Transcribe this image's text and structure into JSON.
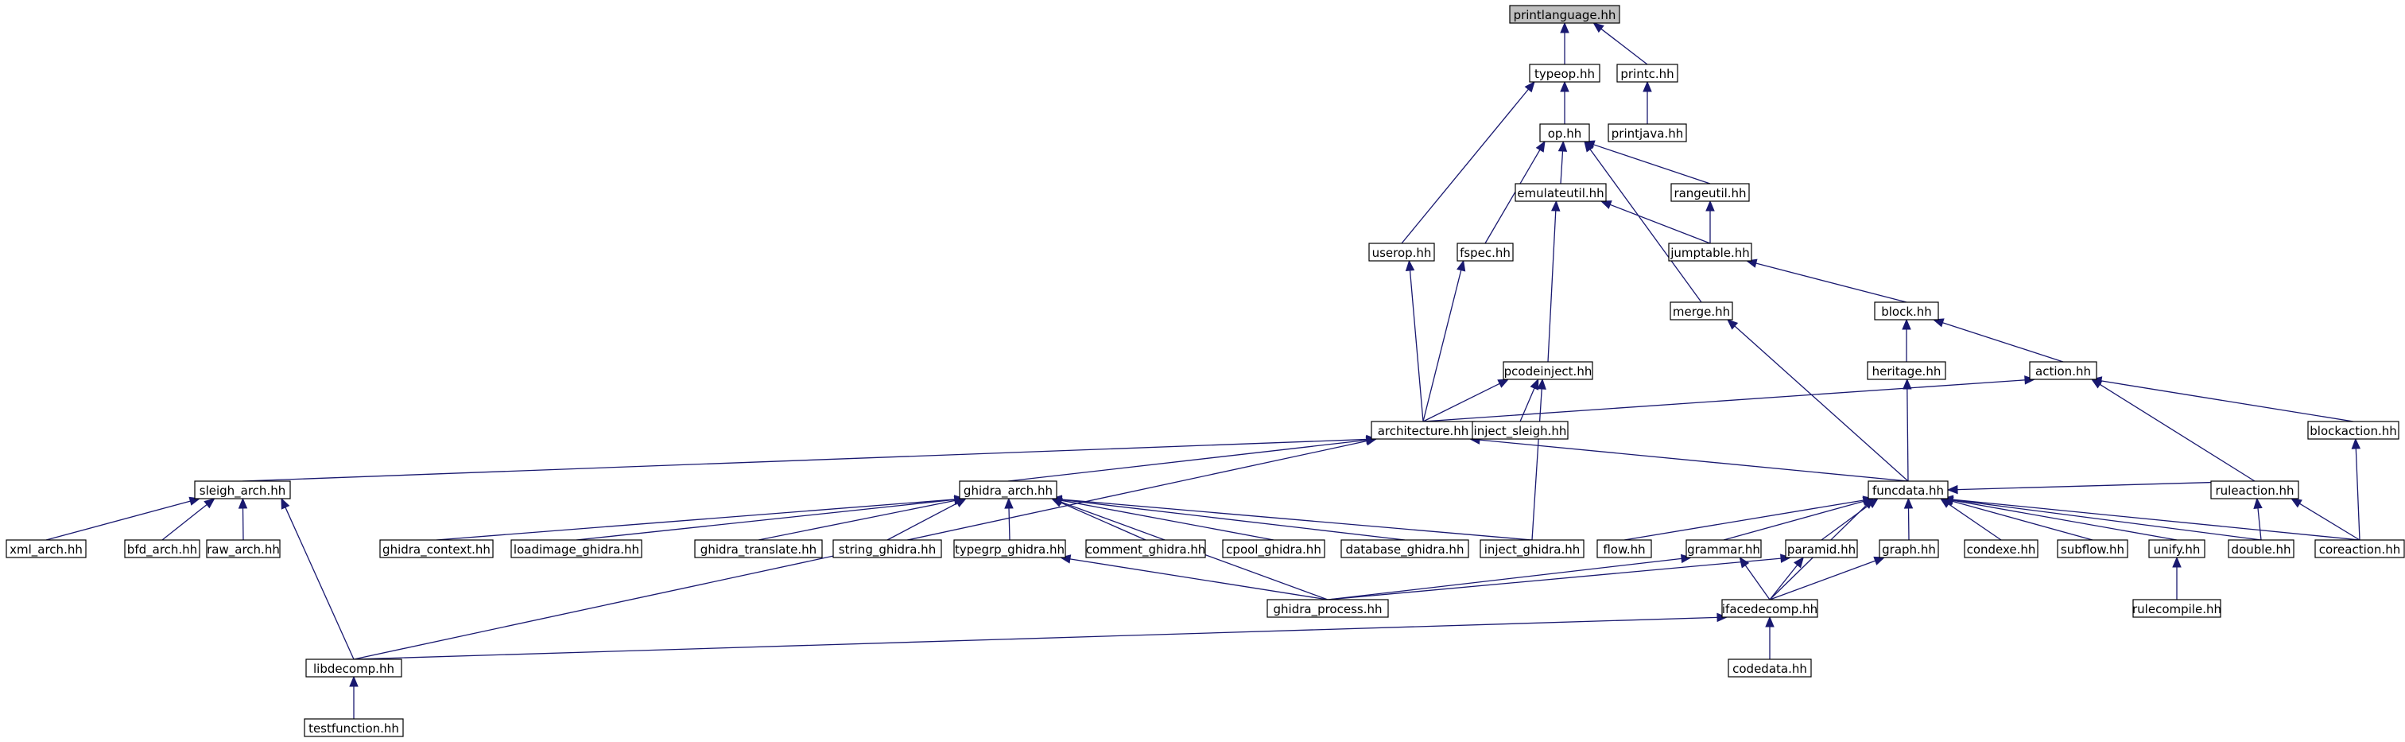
{
  "graph": {
    "root": "printlanguage.hh",
    "colors": {
      "edge": "#191970",
      "node_border": "#000000",
      "node_fill": "#ffffff",
      "root_fill": "#bfbfbf"
    },
    "nodes": [
      {
        "id": "printlanguage",
        "label": "printlanguage.hh",
        "root": true
      },
      {
        "id": "typeop",
        "label": "typeop.hh"
      },
      {
        "id": "printc",
        "label": "printc.hh"
      },
      {
        "id": "op",
        "label": "op.hh"
      },
      {
        "id": "printjava",
        "label": "printjava.hh"
      },
      {
        "id": "emulateutil",
        "label": "emulateutil.hh"
      },
      {
        "id": "rangeutil",
        "label": "rangeutil.hh"
      },
      {
        "id": "userop",
        "label": "userop.hh"
      },
      {
        "id": "fspec",
        "label": "fspec.hh"
      },
      {
        "id": "jumptable",
        "label": "jumptable.hh"
      },
      {
        "id": "merge",
        "label": "merge.hh"
      },
      {
        "id": "block",
        "label": "block.hh"
      },
      {
        "id": "pcodeinject",
        "label": "pcodeinject.hh"
      },
      {
        "id": "heritage",
        "label": "heritage.hh"
      },
      {
        "id": "action",
        "label": "action.hh"
      },
      {
        "id": "architecture",
        "label": "architecture.hh"
      },
      {
        "id": "inject_sleigh",
        "label": "inject_sleigh.hh"
      },
      {
        "id": "blockaction",
        "label": "blockaction.hh"
      },
      {
        "id": "sleigh_arch",
        "label": "sleigh_arch.hh"
      },
      {
        "id": "ghidra_arch",
        "label": "ghidra_arch.hh"
      },
      {
        "id": "funcdata",
        "label": "funcdata.hh"
      },
      {
        "id": "ruleaction",
        "label": "ruleaction.hh"
      },
      {
        "id": "xml_arch",
        "label": "xml_arch.hh"
      },
      {
        "id": "bfd_arch",
        "label": "bfd_arch.hh"
      },
      {
        "id": "raw_arch",
        "label": "raw_arch.hh"
      },
      {
        "id": "ghidra_context",
        "label": "ghidra_context.hh"
      },
      {
        "id": "loadimage_ghidra",
        "label": "loadimage_ghidra.hh"
      },
      {
        "id": "ghidra_translate",
        "label": "ghidra_translate.hh"
      },
      {
        "id": "string_ghidra",
        "label": "string_ghidra.hh"
      },
      {
        "id": "typegrp_ghidra",
        "label": "typegrp_ghidra.hh"
      },
      {
        "id": "comment_ghidra",
        "label": "comment_ghidra.hh"
      },
      {
        "id": "cpool_ghidra",
        "label": "cpool_ghidra.hh"
      },
      {
        "id": "database_ghidra",
        "label": "database_ghidra.hh"
      },
      {
        "id": "inject_ghidra",
        "label": "inject_ghidra.hh"
      },
      {
        "id": "flow",
        "label": "flow.hh"
      },
      {
        "id": "grammar",
        "label": "grammar.hh"
      },
      {
        "id": "paramid",
        "label": "paramid.hh"
      },
      {
        "id": "graph",
        "label": "graph.hh"
      },
      {
        "id": "condexe",
        "label": "condexe.hh"
      },
      {
        "id": "subflow",
        "label": "subflow.hh"
      },
      {
        "id": "unify",
        "label": "unify.hh"
      },
      {
        "id": "double",
        "label": "double.hh"
      },
      {
        "id": "coreaction",
        "label": "coreaction.hh"
      },
      {
        "id": "ghidra_process",
        "label": "ghidra_process.hh"
      },
      {
        "id": "ifacedecomp",
        "label": "ifacedecomp.hh"
      },
      {
        "id": "rulecompile",
        "label": "rulecompile.hh"
      },
      {
        "id": "libdecomp",
        "label": "libdecomp.hh"
      },
      {
        "id": "codedata",
        "label": "codedata.hh"
      },
      {
        "id": "testfunction",
        "label": "testfunction.hh"
      }
    ],
    "edges": [
      [
        "typeop",
        "printlanguage"
      ],
      [
        "printc",
        "printlanguage"
      ],
      [
        "op",
        "typeop"
      ],
      [
        "userop",
        "typeop"
      ],
      [
        "printjava",
        "printc"
      ],
      [
        "emulateutil",
        "op"
      ],
      [
        "rangeutil",
        "op"
      ],
      [
        "fspec",
        "op"
      ],
      [
        "merge",
        "op"
      ],
      [
        "jumptable",
        "emulateutil"
      ],
      [
        "pcodeinject",
        "emulateutil"
      ],
      [
        "jumptable",
        "rangeutil"
      ],
      [
        "architecture",
        "userop"
      ],
      [
        "architecture",
        "fspec"
      ],
      [
        "block",
        "jumptable"
      ],
      [
        "funcdata",
        "merge"
      ],
      [
        "heritage",
        "block"
      ],
      [
        "action",
        "block"
      ],
      [
        "architecture",
        "pcodeinject"
      ],
      [
        "inject_sleigh",
        "pcodeinject"
      ],
      [
        "inject_ghidra",
        "pcodeinject"
      ],
      [
        "funcdata",
        "heritage"
      ],
      [
        "architecture",
        "action"
      ],
      [
        "ruleaction",
        "action"
      ],
      [
        "blockaction",
        "action"
      ],
      [
        "sleigh_arch",
        "architecture"
      ],
      [
        "ghidra_arch",
        "architecture"
      ],
      [
        "funcdata",
        "architecture"
      ],
      [
        "libdecomp",
        "architecture"
      ],
      [
        "coreaction",
        "blockaction"
      ],
      [
        "xml_arch",
        "sleigh_arch"
      ],
      [
        "bfd_arch",
        "sleigh_arch"
      ],
      [
        "raw_arch",
        "sleigh_arch"
      ],
      [
        "libdecomp",
        "sleigh_arch"
      ],
      [
        "ghidra_context",
        "ghidra_arch"
      ],
      [
        "loadimage_ghidra",
        "ghidra_arch"
      ],
      [
        "ghidra_translate",
        "ghidra_arch"
      ],
      [
        "string_ghidra",
        "ghidra_arch"
      ],
      [
        "typegrp_ghidra",
        "ghidra_arch"
      ],
      [
        "comment_ghidra",
        "ghidra_arch"
      ],
      [
        "cpool_ghidra",
        "ghidra_arch"
      ],
      [
        "database_ghidra",
        "ghidra_arch"
      ],
      [
        "inject_ghidra",
        "ghidra_arch"
      ],
      [
        "ghidra_process",
        "ghidra_arch"
      ],
      [
        "flow",
        "funcdata"
      ],
      [
        "grammar",
        "funcdata"
      ],
      [
        "paramid",
        "funcdata"
      ],
      [
        "graph",
        "funcdata"
      ],
      [
        "condexe",
        "funcdata"
      ],
      [
        "subflow",
        "funcdata"
      ],
      [
        "unify",
        "funcdata"
      ],
      [
        "double",
        "funcdata"
      ],
      [
        "coreaction",
        "funcdata"
      ],
      [
        "ruleaction",
        "funcdata"
      ],
      [
        "ifacedecomp",
        "funcdata"
      ],
      [
        "double",
        "ruleaction"
      ],
      [
        "coreaction",
        "ruleaction"
      ],
      [
        "ghidra_process",
        "typegrp_ghidra"
      ],
      [
        "ghidra_process",
        "grammar"
      ],
      [
        "ghidra_process",
        "paramid"
      ],
      [
        "ifacedecomp",
        "grammar"
      ],
      [
        "ifacedecomp",
        "paramid"
      ],
      [
        "ifacedecomp",
        "graph"
      ],
      [
        "rulecompile",
        "unify"
      ],
      [
        "libdecomp",
        "ifacedecomp"
      ],
      [
        "codedata",
        "ifacedecomp"
      ],
      [
        "testfunction",
        "libdecomp"
      ]
    ]
  }
}
